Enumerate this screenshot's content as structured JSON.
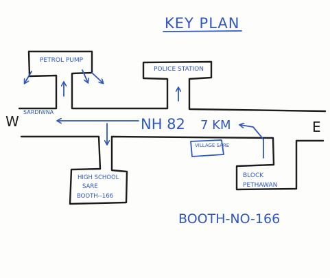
{
  "title": "KEY PLAN",
  "directions": {
    "west": "W",
    "east": "E"
  },
  "highway": {
    "name": "NH 82",
    "distance": "7 KM"
  },
  "places": {
    "petrol_pump": "PETROL PUMP",
    "police_station": "POLICE STATION",
    "sardiwna": "SARDIWNA",
    "village": "VILLAGE SARE",
    "high_school": [
      "HIGH SCHOOL",
      "SARE",
      "BOOTH--166"
    ],
    "block": [
      "BLOCK",
      "PETHAWAN"
    ]
  },
  "booth_label": "BOOTH-NO-166",
  "colors": {
    "ink": "#1c1c1c",
    "pen": "#2d56c4"
  }
}
